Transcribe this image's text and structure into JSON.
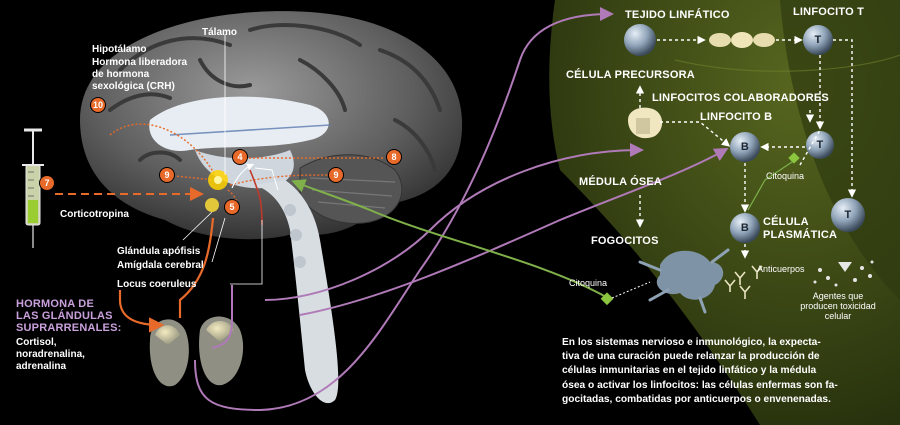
{
  "labels": {
    "talamo": "Tálamo",
    "hipotalamo": "Hipotálamo",
    "crh_1": "Hormona liberadora",
    "crh_2": "de hormona",
    "crh_3": "sexológica (CRH)",
    "corticotropina": "Corticotropina",
    "glandula": "Glándula apófisis",
    "amigdala": "Amígdala cerebral",
    "locus": "Locus coeruleus",
    "hormona_1": "HORMONA DE",
    "hormona_2": "LAS GLÁNDULAS",
    "hormona_3": "SUPRARRENALES:",
    "cortisol": "Cortisol,",
    "noradrenalina": "noradrenalina,",
    "adrenalina": "adrenalina",
    "tejido": "TEJIDO LINFÁTICO",
    "linfocito_t": "LINFOCITO T",
    "celula_precursora": "CÉLULA PRECURSORA",
    "linfocitos_colaboradores": "LINFOCITOS COLABORADORES",
    "linfocito_b": "LINFOCITO B",
    "medula": "MÉDULA ÓSEA",
    "citoquina_1": "Citoquina",
    "fogocitos": "FOGOCITOS",
    "celula_plasmatica_1": "CÉLULA",
    "celula_plasmatica_2": "PLASMÁTICA",
    "anticuerpos": "Anticuerpos",
    "citoquina_2": "Citoquina",
    "agentes_1": "Agentes que",
    "agentes_2": "producen toxicidad",
    "agentes_3": "celular"
  },
  "cells": {
    "t": "T",
    "b": "B"
  },
  "markers": [
    "10",
    "9",
    "4",
    "8",
    "9",
    "5",
    "7"
  ],
  "paragraph": [
    "En los sistemas nervioso e inmunológico, la expecta-",
    "tiva de una curación puede relanzar la producción de",
    "células inmunitarias en el tejido linfático y la médula",
    "ósea o activar los linfocitos: las células enfermas son fa-",
    "gocitadas, combatidas por anticuerpos o envenenadas."
  ],
  "colors": {
    "background": "#000000",
    "olive_panel": "#3a4a16",
    "marker_orange": "#e86a2a",
    "pathway_purple": "#b07ab8",
    "pathway_green": "#7fb04a",
    "hormone_label": "#c9a0dc"
  }
}
